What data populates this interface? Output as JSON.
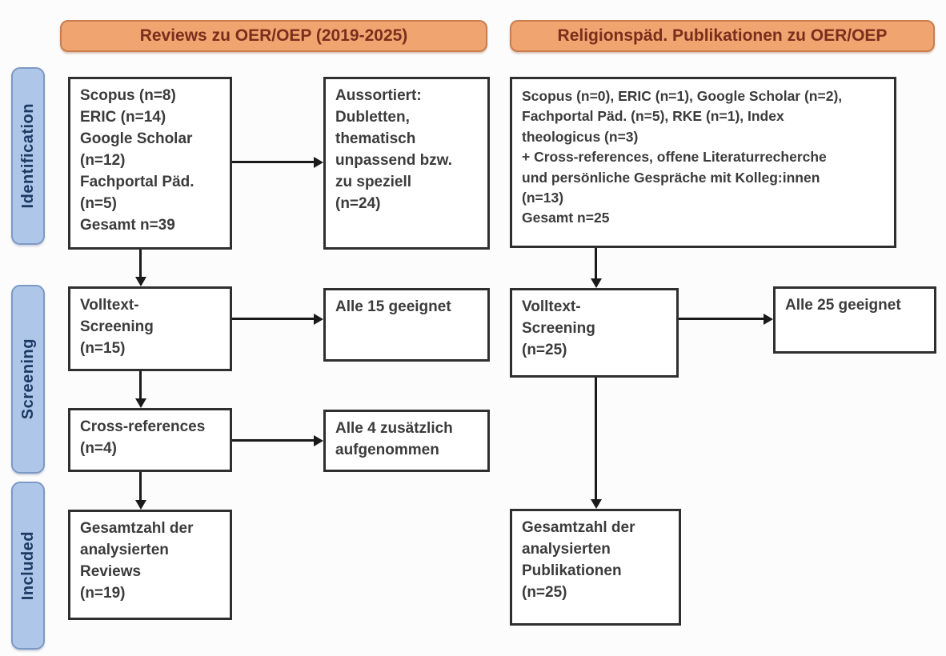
{
  "stages": {
    "identification": "Identification",
    "screening": "Screening",
    "included": "Included"
  },
  "columns": {
    "left": {
      "header": "Reviews zu OER/OEP (2019-2025)",
      "boxes": {
        "sources": "Scopus (n=8)\nERIC (n=14)\nGoogle Scholar\n(n=12)\nFachportal Päd.\n(n=5)\nGesamt n=39",
        "excluded": "Aussortiert:\nDubletten,\nthematisch\nunpassend bzw.\nzu speziell\n(n=24)",
        "fulltext": "Volltext-\nScreening\n(n=15)",
        "fulltext_result": "Alle 15 geeignet",
        "crossref": "Cross-references\n(n=4)",
        "crossref_result": "Alle 4 zusätzlich\naufgenommen",
        "total": "Gesamtzahl der\nanalysierten\nReviews\n(n=19)"
      }
    },
    "right": {
      "header": "Religionspäd. Publikationen zu OER/OEP",
      "boxes": {
        "sources": "Scopus (n=0), ERIC (n=1), Google Scholar (n=2),\nFachportal Päd. (n=5), RKE (n=1), Index\ntheologicus (n=3)\n+ Cross-references, offene Literaturrecherche\nund persönliche Gespräche mit Kolleg:innen\n(n=13)\nGesamt n=25",
        "fulltext": "Volltext-\nScreening\n(n=25)",
        "fulltext_result": "Alle 25 geeignet",
        "total": "Gesamtzahl der\nanalysierten\nPublikationen\n(n=25)"
      }
    }
  },
  "colors": {
    "header_fill": "#F0A470",
    "header_border": "#C87E4F",
    "header_text": "#7C2E1C",
    "stage_fill": "#AEC7E8",
    "stage_border": "#7E99C4",
    "stage_text": "#1F3864",
    "box_border": "#2F2F2F",
    "box_text": "#3B3B3B",
    "arrow": "#1A1A1A"
  }
}
